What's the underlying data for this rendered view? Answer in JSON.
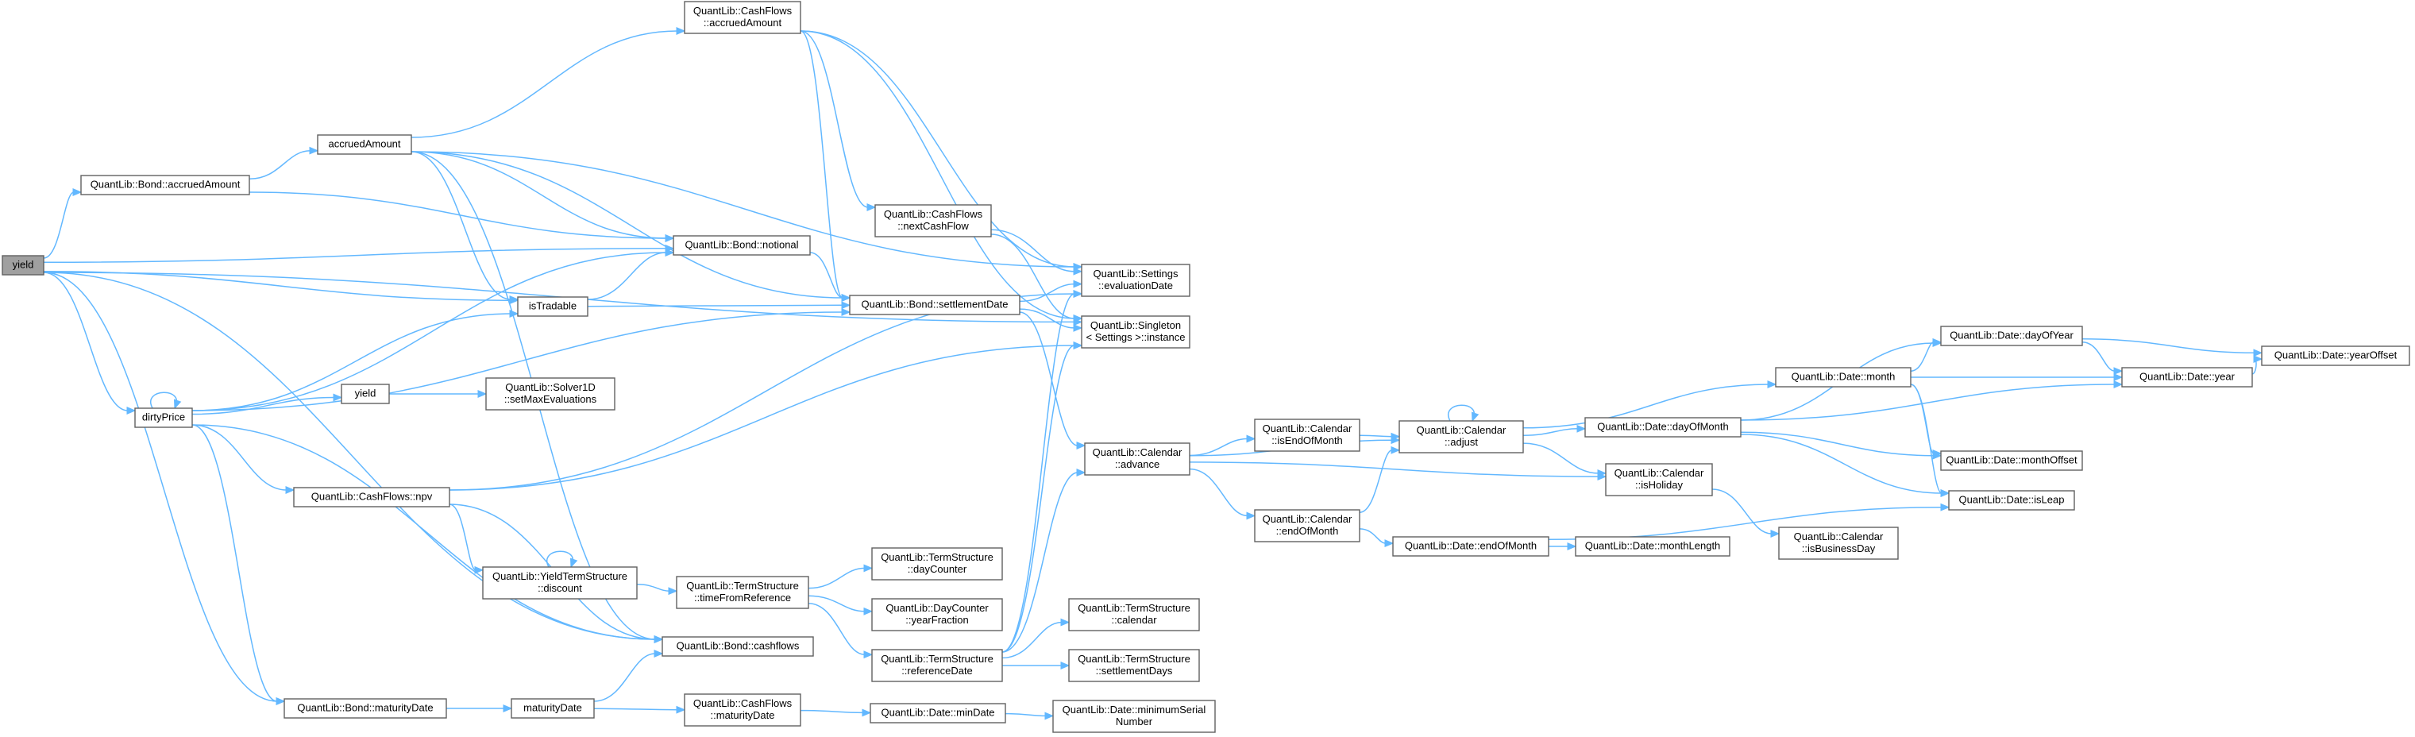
{
  "colors": {
    "edge": "#63b8ff",
    "node_border": "#606060",
    "root_fill": "#a0a0a0",
    "node_fill": "#ffffff"
  },
  "nodes": [
    {
      "id": "n_yield_root",
      "lines": [
        "yield"
      ],
      "root": true
    },
    {
      "id": "n_bond_accrued",
      "lines": [
        "QuantLib::Bond::accruedAmount"
      ]
    },
    {
      "id": "n_accruedAmount",
      "lines": [
        "accruedAmount"
      ]
    },
    {
      "id": "n_cf_accrued",
      "lines": [
        "QuantLib::CashFlows",
        "::accruedAmount"
      ]
    },
    {
      "id": "n_cf_next",
      "lines": [
        "QuantLib::CashFlows",
        "::nextCashFlow"
      ]
    },
    {
      "id": "n_notional",
      "lines": [
        "QuantLib::Bond::notional"
      ]
    },
    {
      "id": "n_isTradable",
      "lines": [
        "isTradable"
      ]
    },
    {
      "id": "n_settlement",
      "lines": [
        "QuantLib::Bond::settlementDate"
      ]
    },
    {
      "id": "n_evalDate",
      "lines": [
        "QuantLib::Settings",
        "::evaluationDate"
      ]
    },
    {
      "id": "n_singleton",
      "lines": [
        "QuantLib::Singleton",
        "< Settings >::instance"
      ]
    },
    {
      "id": "n_dirtyPrice",
      "lines": [
        "dirtyPrice"
      ]
    },
    {
      "id": "n_yield2",
      "lines": [
        "yield"
      ]
    },
    {
      "id": "n_solver",
      "lines": [
        "QuantLib::Solver1D",
        "::setMaxEvaluations"
      ]
    },
    {
      "id": "n_npv",
      "lines": [
        "QuantLib::CashFlows::npv"
      ]
    },
    {
      "id": "n_discount",
      "lines": [
        "QuantLib::YieldTermStructure",
        "::discount"
      ]
    },
    {
      "id": "n_timeFromRef",
      "lines": [
        "QuantLib::TermStructure",
        "::timeFromReference"
      ]
    },
    {
      "id": "n_dayCounter",
      "lines": [
        "QuantLib::TermStructure",
        "::dayCounter"
      ]
    },
    {
      "id": "n_yearFraction",
      "lines": [
        "QuantLib::DayCounter",
        "::yearFraction"
      ]
    },
    {
      "id": "n_refDate",
      "lines": [
        "QuantLib::TermStructure",
        "::referenceDate"
      ]
    },
    {
      "id": "n_tsCalendar",
      "lines": [
        "QuantLib::TermStructure",
        "::calendar"
      ]
    },
    {
      "id": "n_tsSettleDays",
      "lines": [
        "QuantLib::TermStructure",
        "::settlementDays"
      ]
    },
    {
      "id": "n_cashflows",
      "lines": [
        "QuantLib::Bond::cashflows"
      ]
    },
    {
      "id": "n_bondMaturity",
      "lines": [
        "QuantLib::Bond::maturityDate"
      ]
    },
    {
      "id": "n_maturityDate",
      "lines": [
        "maturityDate"
      ]
    },
    {
      "id": "n_cfMaturity",
      "lines": [
        "QuantLib::CashFlows",
        "::maturityDate"
      ]
    },
    {
      "id": "n_minDate",
      "lines": [
        "QuantLib::Date::minDate"
      ]
    },
    {
      "id": "n_minSerial",
      "lines": [
        "QuantLib::Date::minimumSerial",
        "Number"
      ]
    },
    {
      "id": "n_advance",
      "lines": [
        "QuantLib::Calendar",
        "::advance"
      ]
    },
    {
      "id": "n_isEndOfMonth",
      "lines": [
        "QuantLib::Calendar",
        "::isEndOfMonth"
      ]
    },
    {
      "id": "n_calEndOfMonth",
      "lines": [
        "QuantLib::Calendar",
        "::endOfMonth"
      ]
    },
    {
      "id": "n_adjust",
      "lines": [
        "QuantLib::Calendar",
        "::adjust"
      ]
    },
    {
      "id": "n_dayOfMonth",
      "lines": [
        "QuantLib::Date::dayOfMonth"
      ]
    },
    {
      "id": "n_month",
      "lines": [
        "QuantLib::Date::month"
      ]
    },
    {
      "id": "n_dayOfYear",
      "lines": [
        "QuantLib::Date::dayOfYear"
      ]
    },
    {
      "id": "n_year",
      "lines": [
        "QuantLib::Date::year"
      ]
    },
    {
      "id": "n_yearOffset",
      "lines": [
        "QuantLib::Date::yearOffset"
      ]
    },
    {
      "id": "n_monthOffset",
      "lines": [
        "QuantLib::Date::monthOffset"
      ]
    },
    {
      "id": "n_isLeap",
      "lines": [
        "QuantLib::Date::isLeap"
      ]
    },
    {
      "id": "n_isHoliday",
      "lines": [
        "QuantLib::Calendar",
        "::isHoliday"
      ]
    },
    {
      "id": "n_isBusinessDay",
      "lines": [
        "QuantLib::Calendar",
        "::isBusinessDay"
      ]
    },
    {
      "id": "n_dateEndOfMonth",
      "lines": [
        "QuantLib::Date::endOfMonth"
      ]
    },
    {
      "id": "n_monthLength",
      "lines": [
        "QuantLib::Date::monthLength"
      ]
    }
  ],
  "edges": [
    [
      "n_yield_root",
      "n_bond_accrued"
    ],
    [
      "n_yield_root",
      "n_notional"
    ],
    [
      "n_yield_root",
      "n_isTradable"
    ],
    [
      "n_yield_root",
      "n_singleton"
    ],
    [
      "n_yield_root",
      "n_dirtyPrice"
    ],
    [
      "n_yield_root",
      "n_cashflows"
    ],
    [
      "n_yield_root",
      "n_bondMaturity"
    ],
    [
      "n_bond_accrued",
      "n_accruedAmount"
    ],
    [
      "n_bond_accrued",
      "n_notional"
    ],
    [
      "n_accruedAmount",
      "n_cf_accrued"
    ],
    [
      "n_accruedAmount",
      "n_notional"
    ],
    [
      "n_accruedAmount",
      "n_isTradable"
    ],
    [
      "n_accruedAmount",
      "n_settlement"
    ],
    [
      "n_accruedAmount",
      "n_evalDate"
    ],
    [
      "n_accruedAmount",
      "n_cashflows"
    ],
    [
      "n_cf_accrued",
      "n_cf_next"
    ],
    [
      "n_cf_accrued",
      "n_settlement"
    ],
    [
      "n_cf_accrued",
      "n_evalDate"
    ],
    [
      "n_cf_accrued",
      "n_singleton"
    ],
    [
      "n_cf_next",
      "n_evalDate"
    ],
    [
      "n_cf_next",
      "n_singleton"
    ],
    [
      "n_notional",
      "n_settlement"
    ],
    [
      "n_isTradable",
      "n_notional"
    ],
    [
      "n_isTradable",
      "n_settlement"
    ],
    [
      "n_settlement",
      "n_evalDate"
    ],
    [
      "n_settlement",
      "n_singleton"
    ],
    [
      "n_settlement",
      "n_advance"
    ],
    [
      "n_dirtyPrice",
      "n_dirtyPrice"
    ],
    [
      "n_dirtyPrice",
      "n_isTradable"
    ],
    [
      "n_dirtyPrice",
      "n_notional"
    ],
    [
      "n_dirtyPrice",
      "n_yield2"
    ],
    [
      "n_dirtyPrice",
      "n_settlement"
    ],
    [
      "n_dirtyPrice",
      "n_npv"
    ],
    [
      "n_dirtyPrice",
      "n_cashflows"
    ],
    [
      "n_dirtyPrice",
      "n_bondMaturity"
    ],
    [
      "n_yield2",
      "n_solver"
    ],
    [
      "n_npv",
      "n_evalDate"
    ],
    [
      "n_npv",
      "n_singleton"
    ],
    [
      "n_npv",
      "n_discount"
    ],
    [
      "n_npv",
      "n_cashflows"
    ],
    [
      "n_discount",
      "n_discount"
    ],
    [
      "n_discount",
      "n_timeFromRef"
    ],
    [
      "n_timeFromRef",
      "n_dayCounter"
    ],
    [
      "n_timeFromRef",
      "n_yearFraction"
    ],
    [
      "n_timeFromRef",
      "n_refDate"
    ],
    [
      "n_refDate",
      "n_evalDate"
    ],
    [
      "n_refDate",
      "n_singleton"
    ],
    [
      "n_refDate",
      "n_advance"
    ],
    [
      "n_refDate",
      "n_tsCalendar"
    ],
    [
      "n_refDate",
      "n_tsSettleDays"
    ],
    [
      "n_bondMaturity",
      "n_maturityDate"
    ],
    [
      "n_maturityDate",
      "n_cashflows"
    ],
    [
      "n_maturityDate",
      "n_cfMaturity"
    ],
    [
      "n_cfMaturity",
      "n_minDate"
    ],
    [
      "n_minDate",
      "n_minSerial"
    ],
    [
      "n_advance",
      "n_isEndOfMonth"
    ],
    [
      "n_advance",
      "n_calEndOfMonth"
    ],
    [
      "n_advance",
      "n_adjust"
    ],
    [
      "n_advance",
      "n_isHoliday"
    ],
    [
      "n_isEndOfMonth",
      "n_adjust"
    ],
    [
      "n_calEndOfMonth",
      "n_adjust"
    ],
    [
      "n_calEndOfMonth",
      "n_dateEndOfMonth"
    ],
    [
      "n_adjust",
      "n_adjust"
    ],
    [
      "n_adjust",
      "n_dayOfMonth"
    ],
    [
      "n_adjust",
      "n_month"
    ],
    [
      "n_adjust",
      "n_isHoliday"
    ],
    [
      "n_dayOfMonth",
      "n_dayOfYear"
    ],
    [
      "n_dayOfMonth",
      "n_monthOffset"
    ],
    [
      "n_dayOfMonth",
      "n_year"
    ],
    [
      "n_dayOfMonth",
      "n_isLeap"
    ],
    [
      "n_month",
      "n_dayOfYear"
    ],
    [
      "n_month",
      "n_year"
    ],
    [
      "n_month",
      "n_monthOffset"
    ],
    [
      "n_month",
      "n_isLeap"
    ],
    [
      "n_dayOfYear",
      "n_year"
    ],
    [
      "n_dayOfYear",
      "n_yearOffset"
    ],
    [
      "n_year",
      "n_yearOffset"
    ],
    [
      "n_isHoliday",
      "n_isBusinessDay"
    ],
    [
      "n_dateEndOfMonth",
      "n_monthLength"
    ],
    [
      "n_dateEndOfMonth",
      "n_isLeap"
    ]
  ]
}
